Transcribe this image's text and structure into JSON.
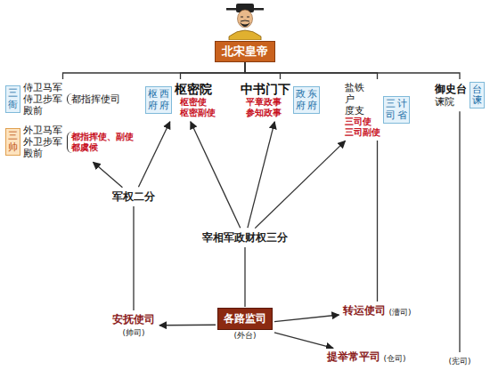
{
  "diagram": {
    "nodes": [
      {
        "text": [
          "北宋皇帝"
        ]
      },
      {
        "text": [
          "侍卫马军",
          "侍卫步军",
          "殿前",
          "都指挥使司"
        ]
      },
      {
        "text": [
          "三衙"
        ],
        "in": 1
      },
      {
        "text": [
          "外卫马军",
          "外卫步军",
          "殿前",
          "都指挥使、副使",
          "都虞候"
        ]
      },
      {
        "text": [
          "三帅"
        ],
        "in": 3
      },
      {
        "text": [
          "枢密院",
          "枢密使",
          "枢密副使"
        ]
      },
      {
        "text": [
          "枢府",
          "西府"
        ],
        "in": 5
      },
      {
        "text": [
          "中书门下",
          "平章政事",
          "参知政事"
        ]
      },
      {
        "text": [
          "政府",
          "东府"
        ],
        "in": 7
      },
      {
        "text": [
          "盐铁",
          "户",
          "度支",
          "三司使",
          "三司副使"
        ]
      },
      {
        "text": [
          "三司",
          "计省"
        ],
        "in": 9
      },
      {
        "text": [
          "御史台",
          "谏院"
        ]
      },
      {
        "text": [
          "台谏"
        ],
        "in": 11
      },
      {
        "text": [
          "军权二分"
        ]
      },
      {
        "text": [
          "宰相军政财权三分"
        ]
      },
      {
        "text": [
          "安抚使司",
          "(帅司)"
        ]
      },
      {
        "text": [
          "各路监司",
          "(外台)"
        ]
      },
      {
        "text": [
          "转运使司",
          "(漕司)"
        ]
      },
      {
        "text": [
          "提举常平司",
          "(仓司)"
        ]
      }
    ],
    "edges": [
      {
        "from": 0,
        "to": 1,
        "arrow": "none"
      },
      {
        "from": 0,
        "to": 5,
        "arrow": "none"
      },
      {
        "from": 0,
        "to": 7,
        "arrow": "none"
      },
      {
        "from": 0,
        "to": 9,
        "arrow": "none"
      },
      {
        "from": 0,
        "to": 11,
        "arrow": "none"
      },
      {
        "from": 13,
        "to": 3,
        "arrow": "to"
      },
      {
        "from": 13,
        "to": 5,
        "arrow": "to"
      },
      {
        "from": 14,
        "to": 5,
        "arrow": "to"
      },
      {
        "from": 14,
        "to": 7,
        "arrow": "to"
      },
      {
        "from": 14,
        "to": 9,
        "arrow": "to"
      },
      {
        "from": 15,
        "to": 13,
        "arrow": "none"
      },
      {
        "from": 16,
        "to": 15,
        "arrow": "to"
      },
      {
        "from": 16,
        "to": 17,
        "arrow": "to"
      },
      {
        "from": 16,
        "to": 18,
        "arrow": "to"
      },
      {
        "from": 16,
        "to": 14,
        "arrow": "none"
      },
      {
        "from": 17,
        "to": 9,
        "arrow": "none"
      }
    ],
    "labels": [
      "(宪司)"
    ]
  }
}
